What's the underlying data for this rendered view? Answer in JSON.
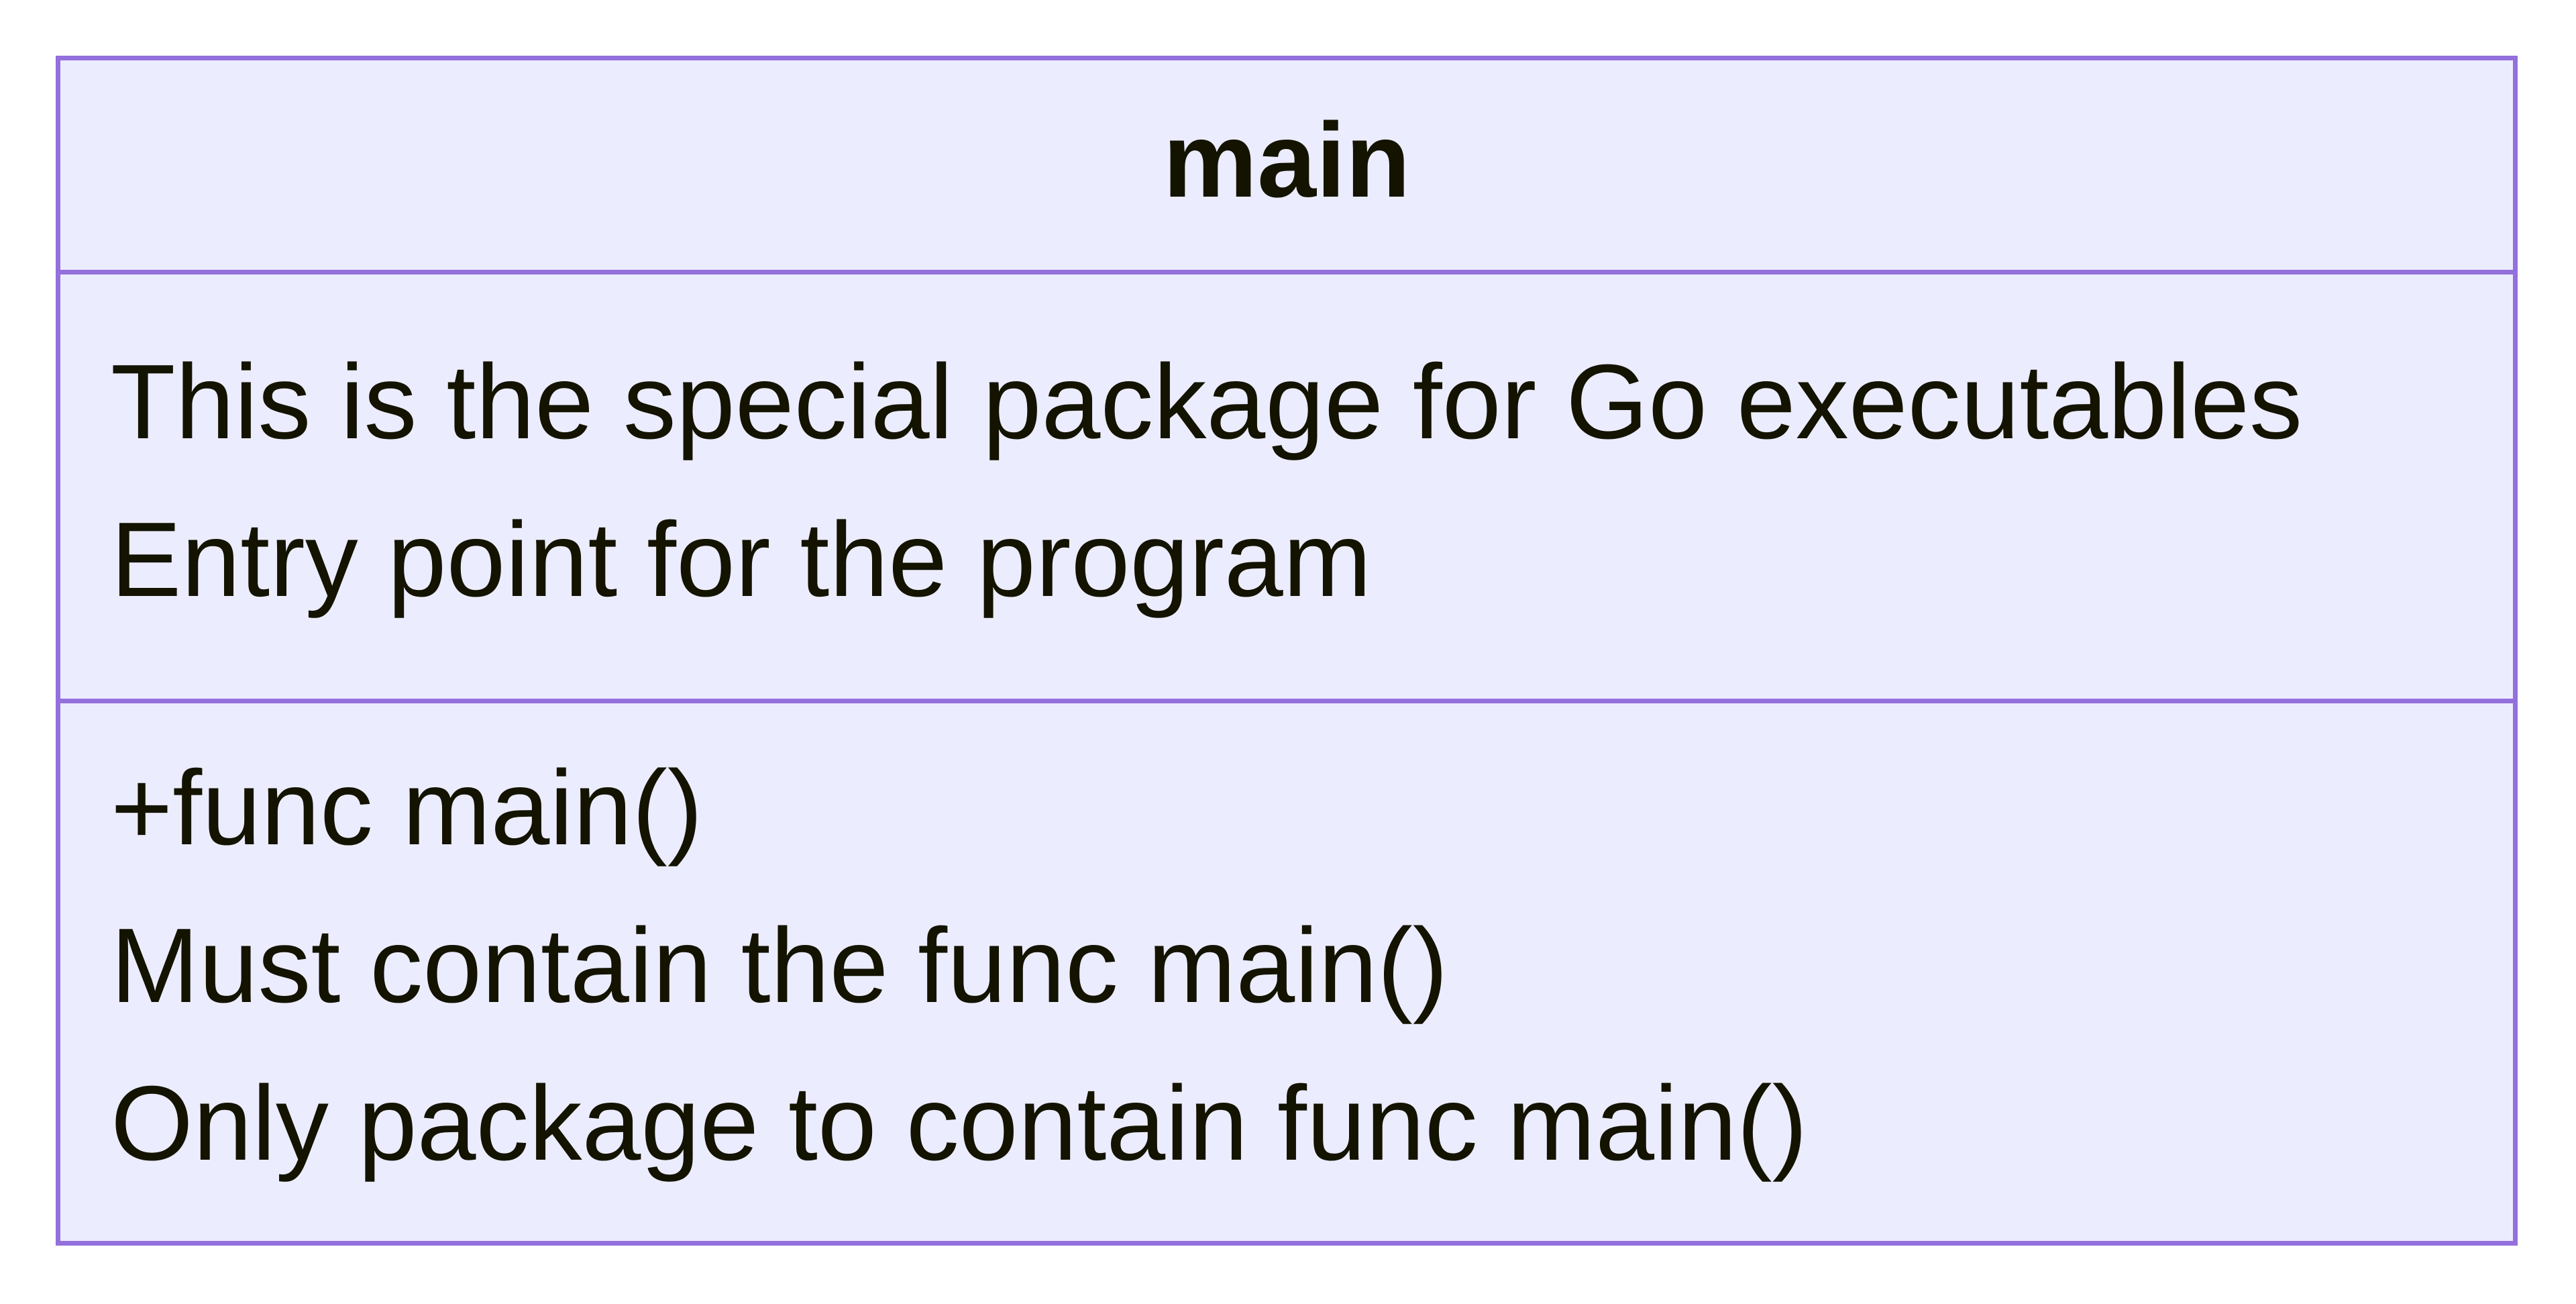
{
  "class": {
    "name": "main",
    "attributes": [
      "This is the special package for Go executables",
      "Entry point for the program"
    ],
    "methods": [
      "+func main()",
      "Must contain the func main()",
      "Only package to contain func main()"
    ]
  },
  "colors": {
    "border": "#9370DB",
    "fill": "#ECECFF",
    "text": "#131300",
    "background": "#FFFFFF"
  }
}
